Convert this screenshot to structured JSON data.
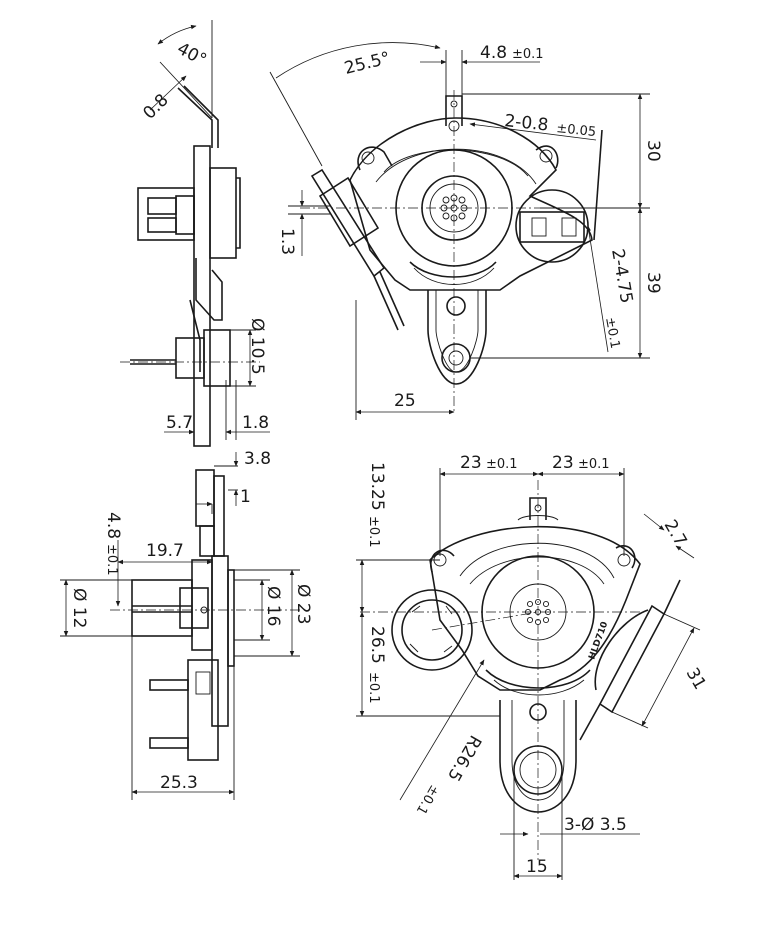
{
  "top_left_view": {
    "angle_label": "40°",
    "thickness_label": "0.8",
    "diameter_label": "Ø 10.5",
    "left_offset_label": "5.7",
    "right_offset_label": "1.8"
  },
  "top_right_view": {
    "arc_angle_label": "25.5°",
    "tab_width_value": "4.8",
    "tab_width_tol": "±0.1",
    "hole_label_value": "2-0.8",
    "hole_label_tol": "±0.05",
    "top_height_label": "30",
    "bottom_height_label": "39",
    "side_offset_label": "1.3",
    "terminal_value": "2-4.75",
    "terminal_tol": "±0.1",
    "width_label": "25"
  },
  "bottom_left_view": {
    "top_offset_label": "3.8",
    "flange_label": "1",
    "shaft_value": "4.8",
    "shaft_tol": "±0.1",
    "length_label": "19.7",
    "dia_small_label": "Ø 12",
    "dia_mid_label": "Ø 16",
    "dia_large_label": "Ø 23",
    "overall_label": "25.3"
  },
  "bottom_right_view": {
    "left_half_value": "23",
    "left_half_tol": "±0.1",
    "right_half_value": "23",
    "right_half_tol": "±0.1",
    "upper_height_value": "13.25",
    "upper_height_tol": "±0.1",
    "lower_height_value": "26.5",
    "lower_height_tol": "±0.1",
    "ear_width_label": "2.7",
    "sensor_length_label": "31",
    "radius_value": "R26.5",
    "radius_tol": "±0.1",
    "hole_count_label": "3-Ø 3.5",
    "spacing_label": "15",
    "part_marking": "HLD710"
  }
}
